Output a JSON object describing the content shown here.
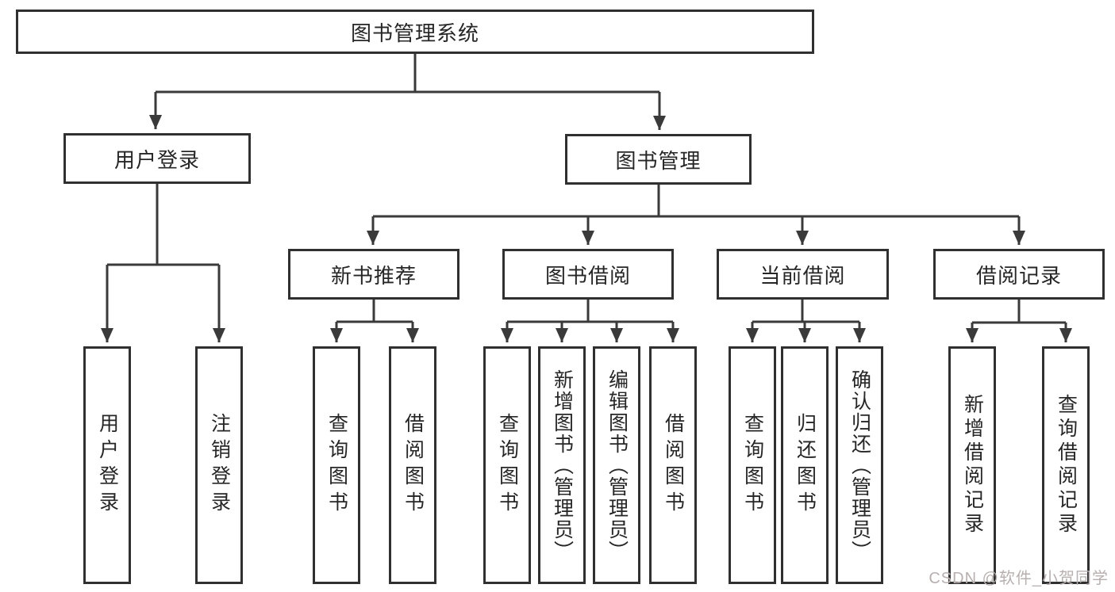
{
  "diagram": {
    "root": {
      "label": "图书管理系统"
    },
    "level1": [
      {
        "label": "用户登录"
      },
      {
        "label": "图书管理"
      }
    ],
    "level2": [
      {
        "label": "新书推荐"
      },
      {
        "label": "图书借阅"
      },
      {
        "label": "当前借阅"
      },
      {
        "label": "借阅记录"
      }
    ],
    "leaves": [
      {
        "label": "用户登录"
      },
      {
        "label": "注销登录"
      },
      {
        "label": "查询图书"
      },
      {
        "label": "借阅图书"
      },
      {
        "label": "查询图书"
      },
      {
        "label": "新增图书（管理员）"
      },
      {
        "label": "编辑图书（管理员）"
      },
      {
        "label": "借阅图书"
      },
      {
        "label": "查询图书"
      },
      {
        "label": "归还图书"
      },
      {
        "label": "确认归还（管理员）"
      },
      {
        "label": "新增借阅记录"
      },
      {
        "label": "查询借阅记录"
      }
    ],
    "watermark": "CSDN @软件_小贺同学",
    "colors": {
      "line": "#3a3a3a",
      "box_border": "#303030",
      "text": "#262626",
      "background": "#ffffff",
      "watermark": "#b8b0b0"
    }
  }
}
